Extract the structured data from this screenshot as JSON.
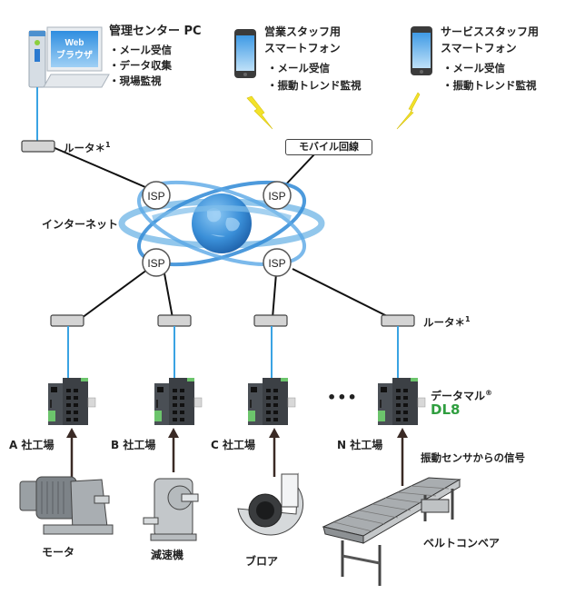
{
  "pc": {
    "title": "管理センター PC",
    "screen_line1": "Web",
    "screen_line2": "ブラウザ",
    "items": [
      "・メール受信",
      "・データ収集",
      "・現場監視"
    ]
  },
  "sales_phone": {
    "title1": "営業スタッフ用",
    "title2": "スマートフォン",
    "items": [
      "・メール受信",
      "・振動トレンド監視"
    ]
  },
  "service_phone": {
    "title1": "サービススタッフ用",
    "title2": "スマートフォン",
    "items": [
      "・メール受信",
      "・振動トレンド監視"
    ]
  },
  "router_label": "ルータ＊",
  "router_note": "1",
  "mobile_line": "モバイル回線",
  "internet": "インターネット",
  "isp": "ISP",
  "product": {
    "name": "データマル",
    "reg": "®",
    "model": "DL8"
  },
  "sites": [
    {
      "name": "A 社工場",
      "machine": "モータ"
    },
    {
      "name": "B 社工場",
      "machine": "減速機"
    },
    {
      "name": "C 社工場",
      "machine": "ブロア"
    },
    {
      "name": "N 社工場",
      "machine": "ベルトコンベア"
    }
  ],
  "ellipsis": "•••",
  "sensor_signal": "振動センサからの信号",
  "colors": {
    "lan": "#3aa3e3",
    "wan": "#111111",
    "lightning": "#f2e22a",
    "accent_green": "#2f9e3f",
    "globe": "#3a8fd8"
  }
}
